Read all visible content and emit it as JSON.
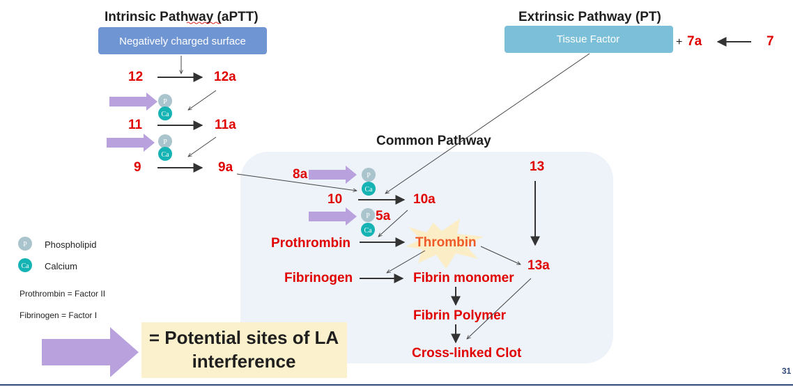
{
  "titles": {
    "intrinsic": "Intrinsic Pathway (aPTT)",
    "extrinsic": "Extrinsic Pathway (PT)",
    "common": "Common Pathway"
  },
  "boxes": {
    "surface": "Negatively charged surface",
    "tissue_factor": "Tissue Factor"
  },
  "factors": {
    "f12": "12",
    "f12a": "12a",
    "f11": "11",
    "f11a": "11a",
    "f9": "9",
    "f9a": "9a",
    "f8a": "8a",
    "f10": "10",
    "f10a": "10a",
    "f5a": "5a",
    "f13": "13",
    "f13a": "13a",
    "f7": "7",
    "f7a": "7a",
    "plus": "+",
    "prothrombin": "Prothrombin",
    "thrombin": "Thrombin",
    "fibrinogen": "Fibrinogen",
    "fibrin_monomer": "Fibrin monomer",
    "fibrin_polymer": "Fibrin Polymer",
    "clot": "Cross-linked Clot"
  },
  "badges": {
    "phospholipid": "P",
    "calcium": "Ca"
  },
  "legend": {
    "phospholipid": "Phospholipid",
    "calcium": "Calcium",
    "prothrombin_note": "Prothrombin = Factor II",
    "fibrinogen_note": "Fibrinogen = Factor I"
  },
  "key": {
    "line1": "= Potential sites of LA",
    "line2": "interference"
  },
  "page_number": "31",
  "colors": {
    "factor_red": "#e00000",
    "interference_arrow": "#b9a1dd",
    "surface_box": "#7095d3",
    "tissue_box": "#7cbfd9",
    "common_panel": "#eef2f9",
    "phospholipid_badge": "#a9c4cc",
    "calcium_badge": "#15b3b3",
    "thrombin_burst": "#fbedc5",
    "key_box": "#fbf1cc"
  }
}
